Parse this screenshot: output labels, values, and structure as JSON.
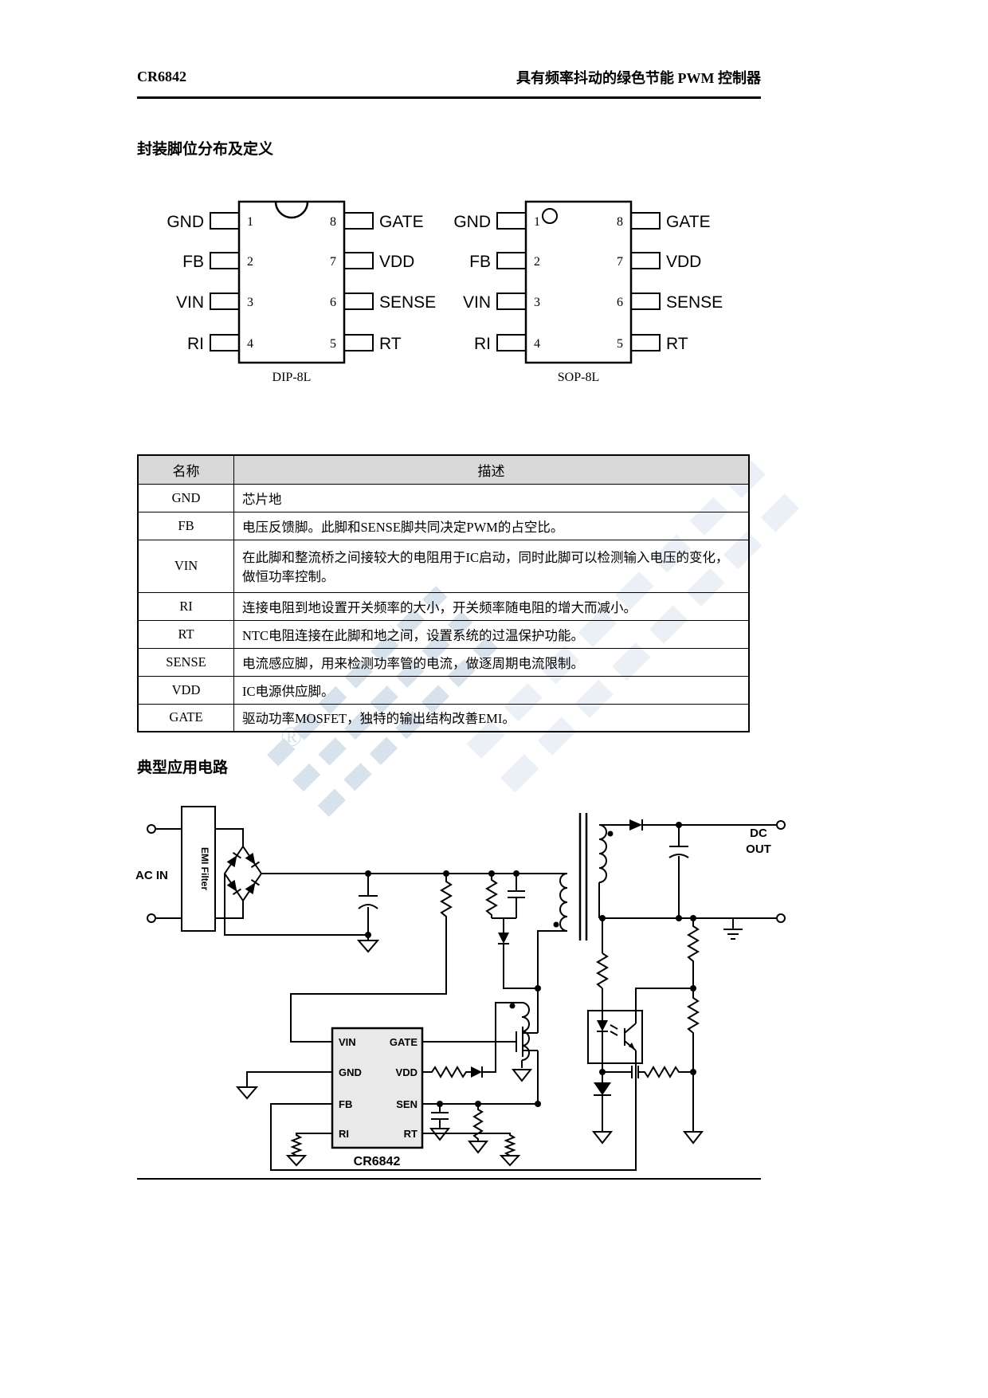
{
  "header": {
    "part": "CR6842",
    "title": "具有频率抖动的绿色节能 PWM 控制器"
  },
  "sections": {
    "pinout": "封装脚位分布及定义",
    "circuit": "典型应用电路"
  },
  "packages": {
    "dip": {
      "caption": "DIP-8L",
      "left": [
        {
          "n": "1",
          "label": "GND"
        },
        {
          "n": "2",
          "label": "FB"
        },
        {
          "n": "3",
          "label": "VIN"
        },
        {
          "n": "4",
          "label": "RI"
        }
      ],
      "right": [
        {
          "n": "8",
          "label": "GATE"
        },
        {
          "n": "7",
          "label": "VDD"
        },
        {
          "n": "6",
          "label": "SENSE"
        },
        {
          "n": "5",
          "label": "RT"
        }
      ]
    },
    "sop": {
      "caption": "SOP-8L",
      "left": [
        {
          "n": "1",
          "label": "GND"
        },
        {
          "n": "2",
          "label": "FB"
        },
        {
          "n": "3",
          "label": "VIN"
        },
        {
          "n": "4",
          "label": "RI"
        }
      ],
      "right": [
        {
          "n": "8",
          "label": "GATE"
        },
        {
          "n": "7",
          "label": "VDD"
        },
        {
          "n": "6",
          "label": "SENSE"
        },
        {
          "n": "5",
          "label": "RT"
        }
      ]
    }
  },
  "pin_table": {
    "col_name": "名称",
    "col_desc": "描述",
    "rows": [
      {
        "name": "GND",
        "desc": "芯片地"
      },
      {
        "name": "FB",
        "desc": "电压反馈脚。此脚和SENSE脚共同决定PWM的占空比。"
      },
      {
        "name": "VIN",
        "desc": "在此脚和整流桥之间接较大的电阻用于IC启动，同时此脚可以检测输入电压的变化，做恒功率控制。"
      },
      {
        "name": "RI",
        "desc": "连接电阻到地设置开关频率的大小，开关频率随电阻的增大而减小。"
      },
      {
        "name": "RT",
        "desc": "NTC电阻连接在此脚和地之间，设置系统的过温保护功能。"
      },
      {
        "name": "SENSE",
        "desc": "电流感应脚，用来检测功率管的电流，做逐周期电流限制。"
      },
      {
        "name": "VDD",
        "desc": "IC电源供应脚。"
      },
      {
        "name": "GATE",
        "desc": "驱动功率MOSFET，独特的输出结构改善EMI。"
      }
    ]
  },
  "circuit": {
    "ac_in": "AC IN",
    "emi_filter": "EMI Filter",
    "dc_line1": "DC",
    "dc_line2": "OUT",
    "ic_name": "CR6842",
    "ic_pins": {
      "vin": "VIN",
      "gate": "GATE",
      "gnd": "GND",
      "vdd": "VDD",
      "fb": "FB",
      "sen": "SEN",
      "ri": "RI",
      "rt": "RT"
    }
  },
  "watermark": {
    "reg": "®"
  },
  "colors": {
    "watermark_blue": "#b9cbde",
    "table_header_bg": "#d9d9d9"
  }
}
